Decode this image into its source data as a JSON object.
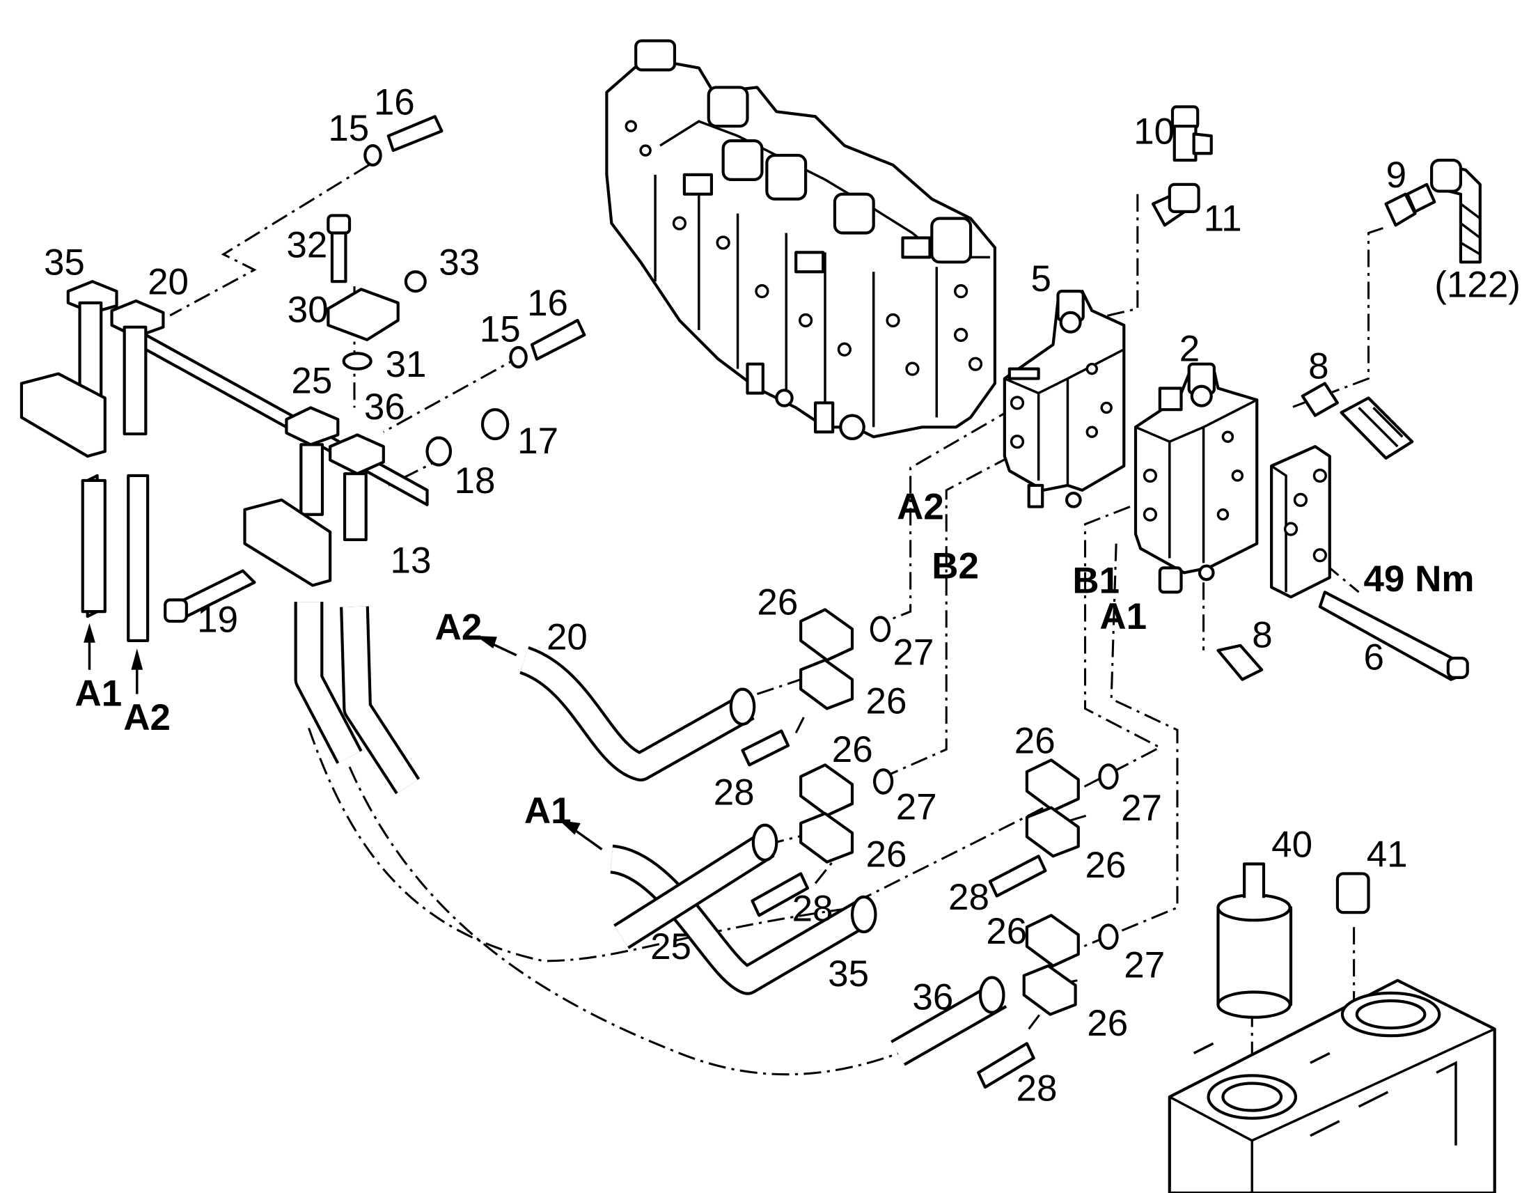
{
  "labels": {
    "n16a": "16",
    "n15a": "15",
    "n10": "10",
    "n11": "11",
    "n9": "9",
    "n122": "(122)",
    "n35a": "35",
    "n20a": "20",
    "n32": "32",
    "n33": "33",
    "n30": "30",
    "n5": "5",
    "n16b": "16",
    "n15b": "15",
    "n31": "31",
    "n2": "2",
    "n8a": "8",
    "n25a": "25",
    "n36a": "36",
    "n17": "17",
    "n18": "18",
    "n13": "13",
    "n19": "19",
    "nA2a": "A2",
    "nB2": "B2",
    "nB1": "B1",
    "nA1a": "A1",
    "n49nm": "49 Nm",
    "n26a": "26",
    "n27a": "27",
    "n20b": "20",
    "nA2b": "A2",
    "n8b": "8",
    "n6": "6",
    "nA1b": "A1",
    "nA2c": "A2",
    "n26b": "26",
    "n28a": "28",
    "n26c": "26",
    "n27b": "27",
    "n26d": "26",
    "n27c": "27",
    "nA1c": "A1",
    "n26e": "26",
    "n26f": "26",
    "n28b": "28",
    "n28c": "28",
    "n25b": "25",
    "n35b": "35",
    "n26g": "26",
    "n27d": "27",
    "n36b": "36",
    "n26h": "26",
    "n28d": "28",
    "n40": "40",
    "n41": "41"
  }
}
